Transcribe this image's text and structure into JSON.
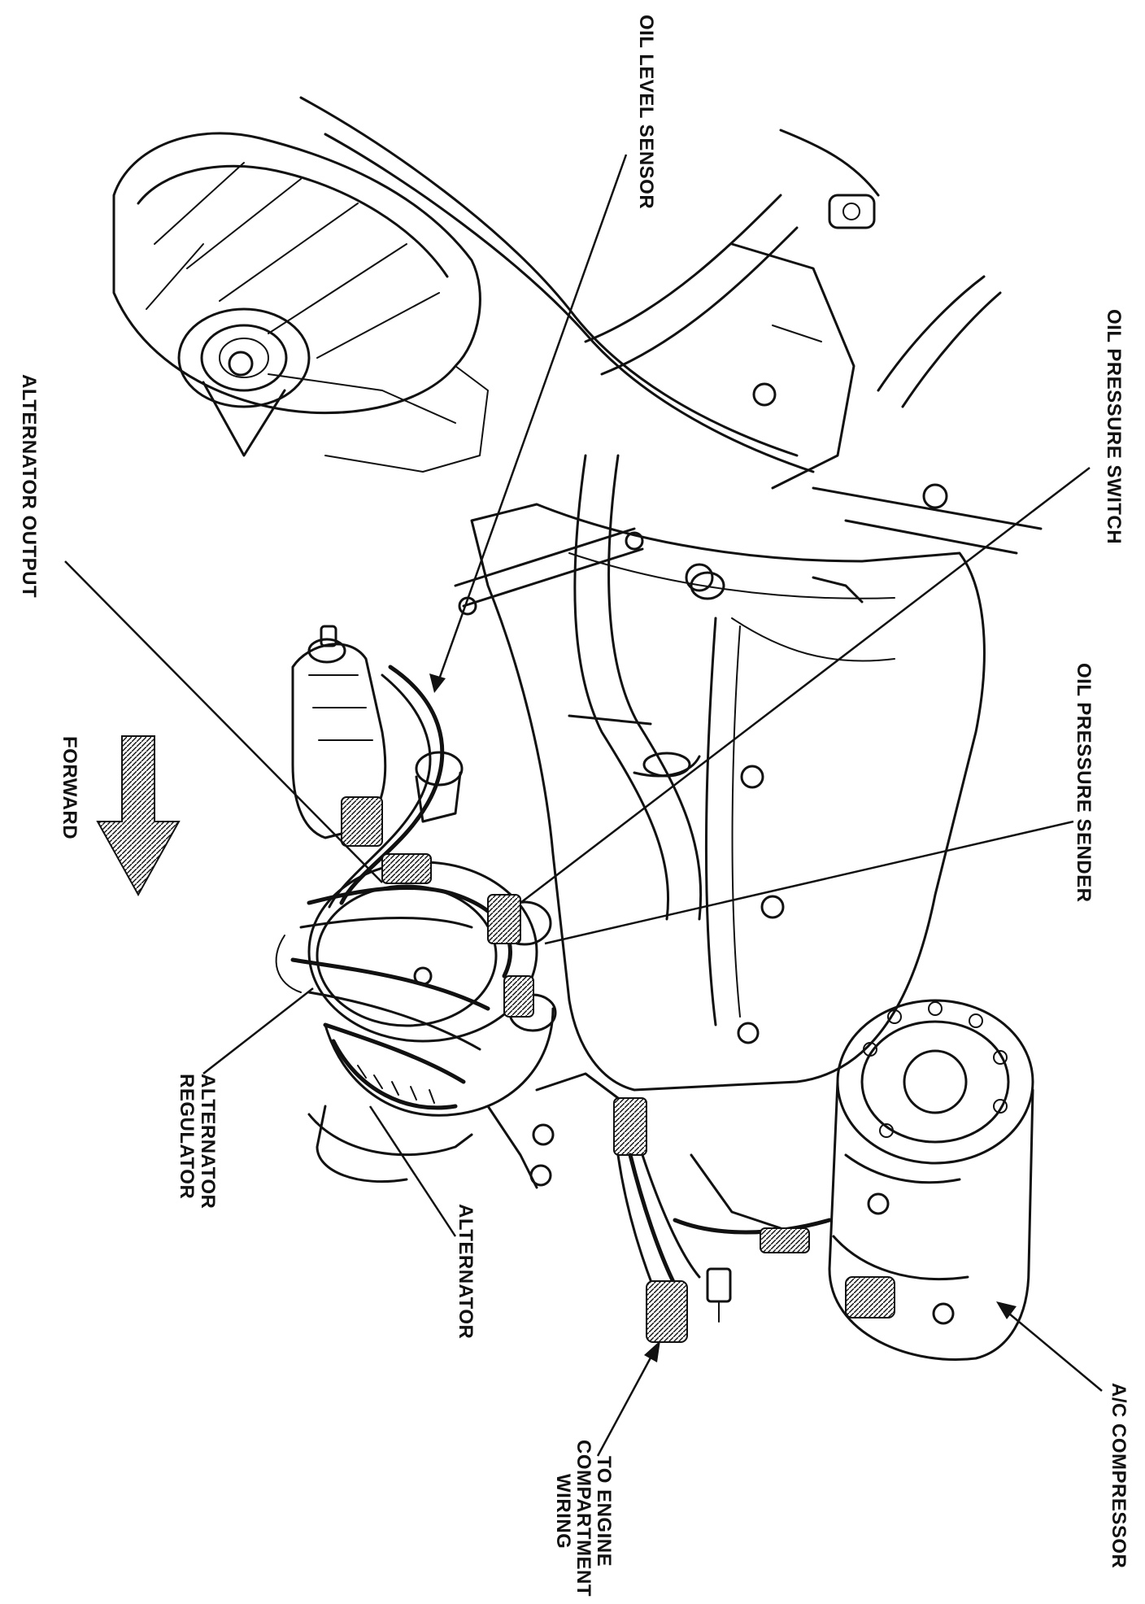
{
  "labels": {
    "oil_level_sensor": "OIL LEVEL SENSOR",
    "oil_pressure_switch": "OIL PRESSURE SWITCH",
    "oil_pressure_sender": "OIL PRESSURE SENDER",
    "alternator_output": "ALTERNATOR OUTPUT",
    "forward": "FORWARD",
    "alternator_regulator_line1": "ALTERNATOR",
    "alternator_regulator_line2": "REGULATOR",
    "alternator": "ALTERNATOR",
    "to_engine_line1": "TO ENGINE",
    "to_engine_line2": "COMPARTMENT",
    "to_engine_line3": "WIRING",
    "ac_compressor": "A/C COMPRESSOR"
  },
  "colors": {
    "ink": "#111111",
    "background": "#ffffff"
  }
}
